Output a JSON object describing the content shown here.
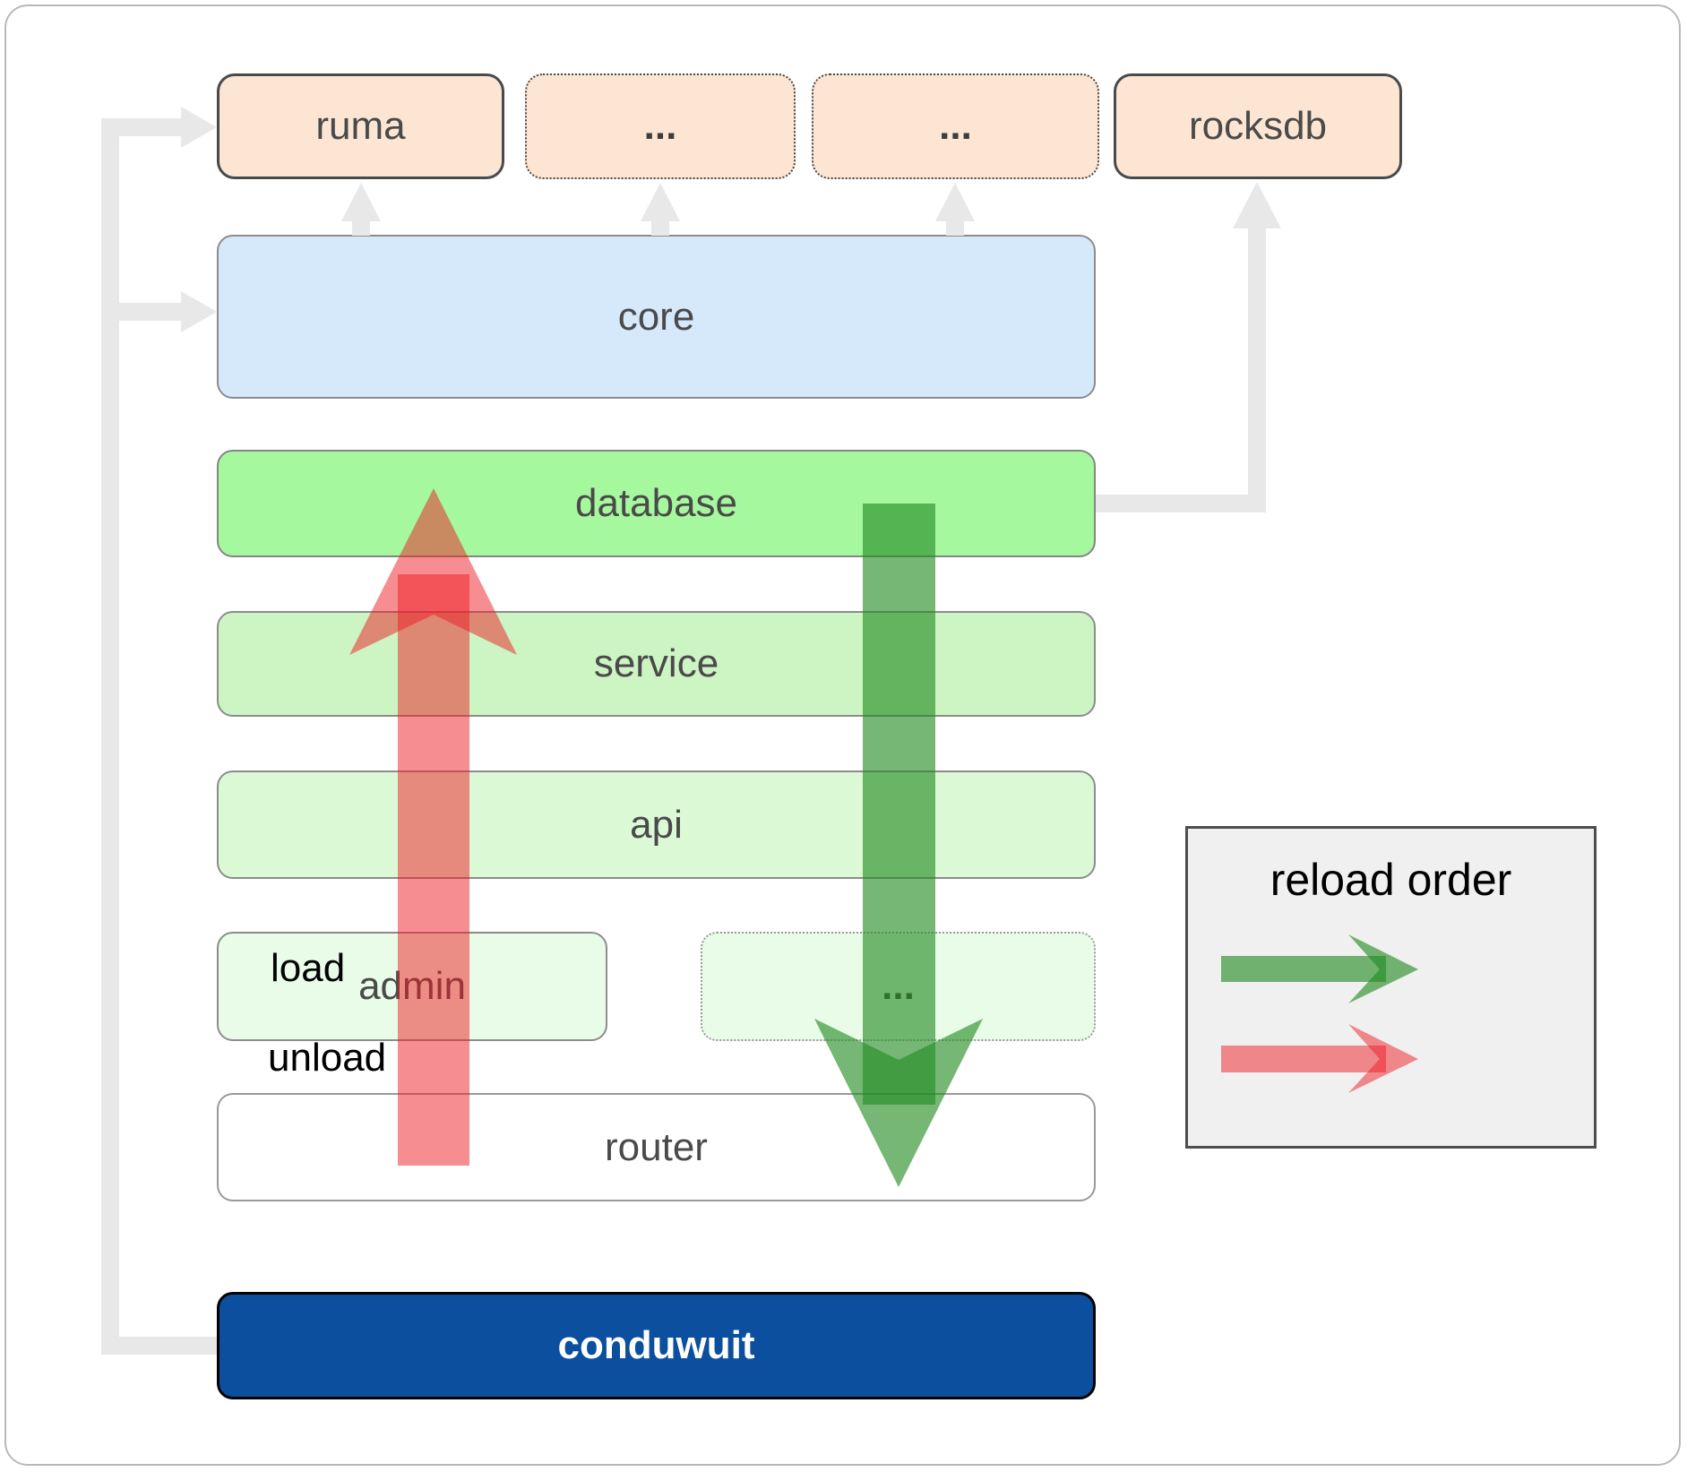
{
  "nodes": {
    "ruma": "ruma",
    "etc1": "...",
    "etc2": "...",
    "rocksdb": "rocksdb",
    "core": "core",
    "database": "database",
    "service": "service",
    "api": "api",
    "admin": "admin",
    "etc3": "...",
    "router": "router",
    "conduwuit": "conduwuit"
  },
  "legend": {
    "title": "reload order",
    "items": [
      {
        "label": "load",
        "icon": "green-right-arrow"
      },
      {
        "label": "unload",
        "icon": "red-right-arrow"
      }
    ]
  },
  "colors": {
    "node_peach": "#fce5d3",
    "node_core_blue": "#d6e9fb",
    "node_database_green": "#a6f89e",
    "node_service_green": "#cdf4c3",
    "node_api_green": "#dcf9d6",
    "node_admin_green": "#e9fce7",
    "node_router_white": "#ffffff",
    "node_conduwuit_blue": "#0c4f9e",
    "legend_bg": "#f0f0f0",
    "connector_gray": "#e8e8e8",
    "arrow_green": "#228b22",
    "arrow_red": "#ed1c24",
    "label_dark": "#4a4a4a"
  }
}
